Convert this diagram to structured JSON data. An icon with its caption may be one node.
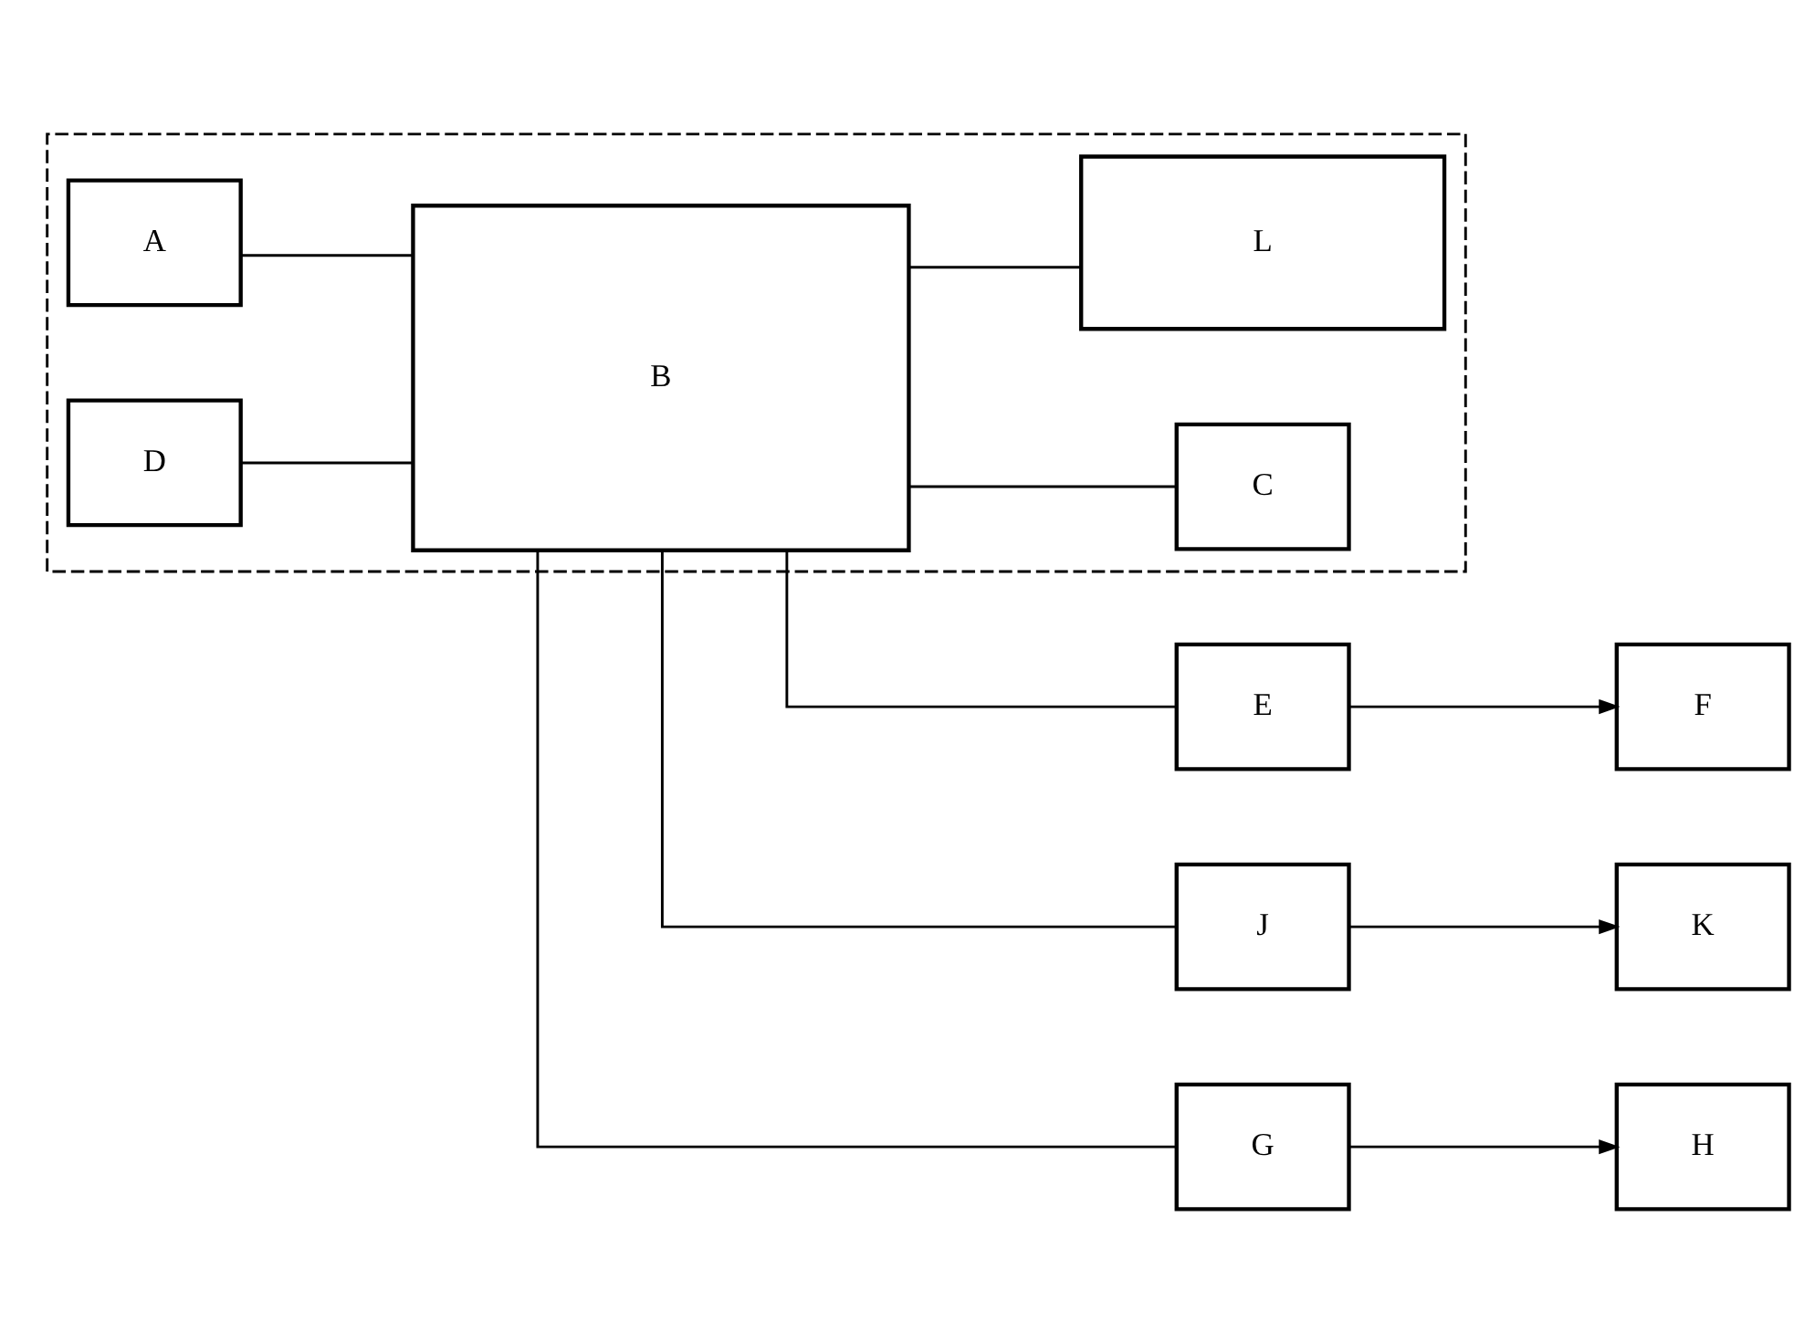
{
  "diagram": {
    "nodes": [
      {
        "text": [],
        "shape": "box"
      },
      {
        "text": [
          "C"
        ],
        "in": 0
      },
      {
        "text": [
          "A"
        ],
        "in": 0
      },
      {
        "text": [
          "B"
        ],
        "in": 0
      },
      {
        "text": [
          "E"
        ]
      },
      {
        "text": [
          "F"
        ]
      },
      {
        "text": [
          "D"
        ],
        "in": 0
      },
      {
        "text": [
          "J"
        ]
      },
      {
        "text": [
          "K"
        ]
      },
      {
        "text": [
          "G"
        ]
      },
      {
        "text": [
          "H"
        ]
      },
      {
        "text": [
          "L"
        ],
        "in": 0
      }
    ],
    "edges": [
      {
        "from": 2,
        "to": 3,
        "arrow": "none"
      },
      {
        "from": 6,
        "to": 3,
        "arrow": "none"
      },
      {
        "from": 3,
        "to": 1,
        "arrow": "none"
      },
      {
        "from": 3,
        "to": 11,
        "arrow": "none"
      },
      {
        "from": 3,
        "to": 4,
        "arrow": "none"
      },
      {
        "from": 3,
        "to": 7,
        "arrow": "none"
      },
      {
        "from": 3,
        "to": 9,
        "arrow": "none"
      },
      {
        "from": 4,
        "to": 5,
        "arrow": "to"
      },
      {
        "from": 7,
        "to": 8,
        "arrow": "to"
      },
      {
        "from": 9,
        "to": 10,
        "arrow": "to"
      }
    ]
  }
}
